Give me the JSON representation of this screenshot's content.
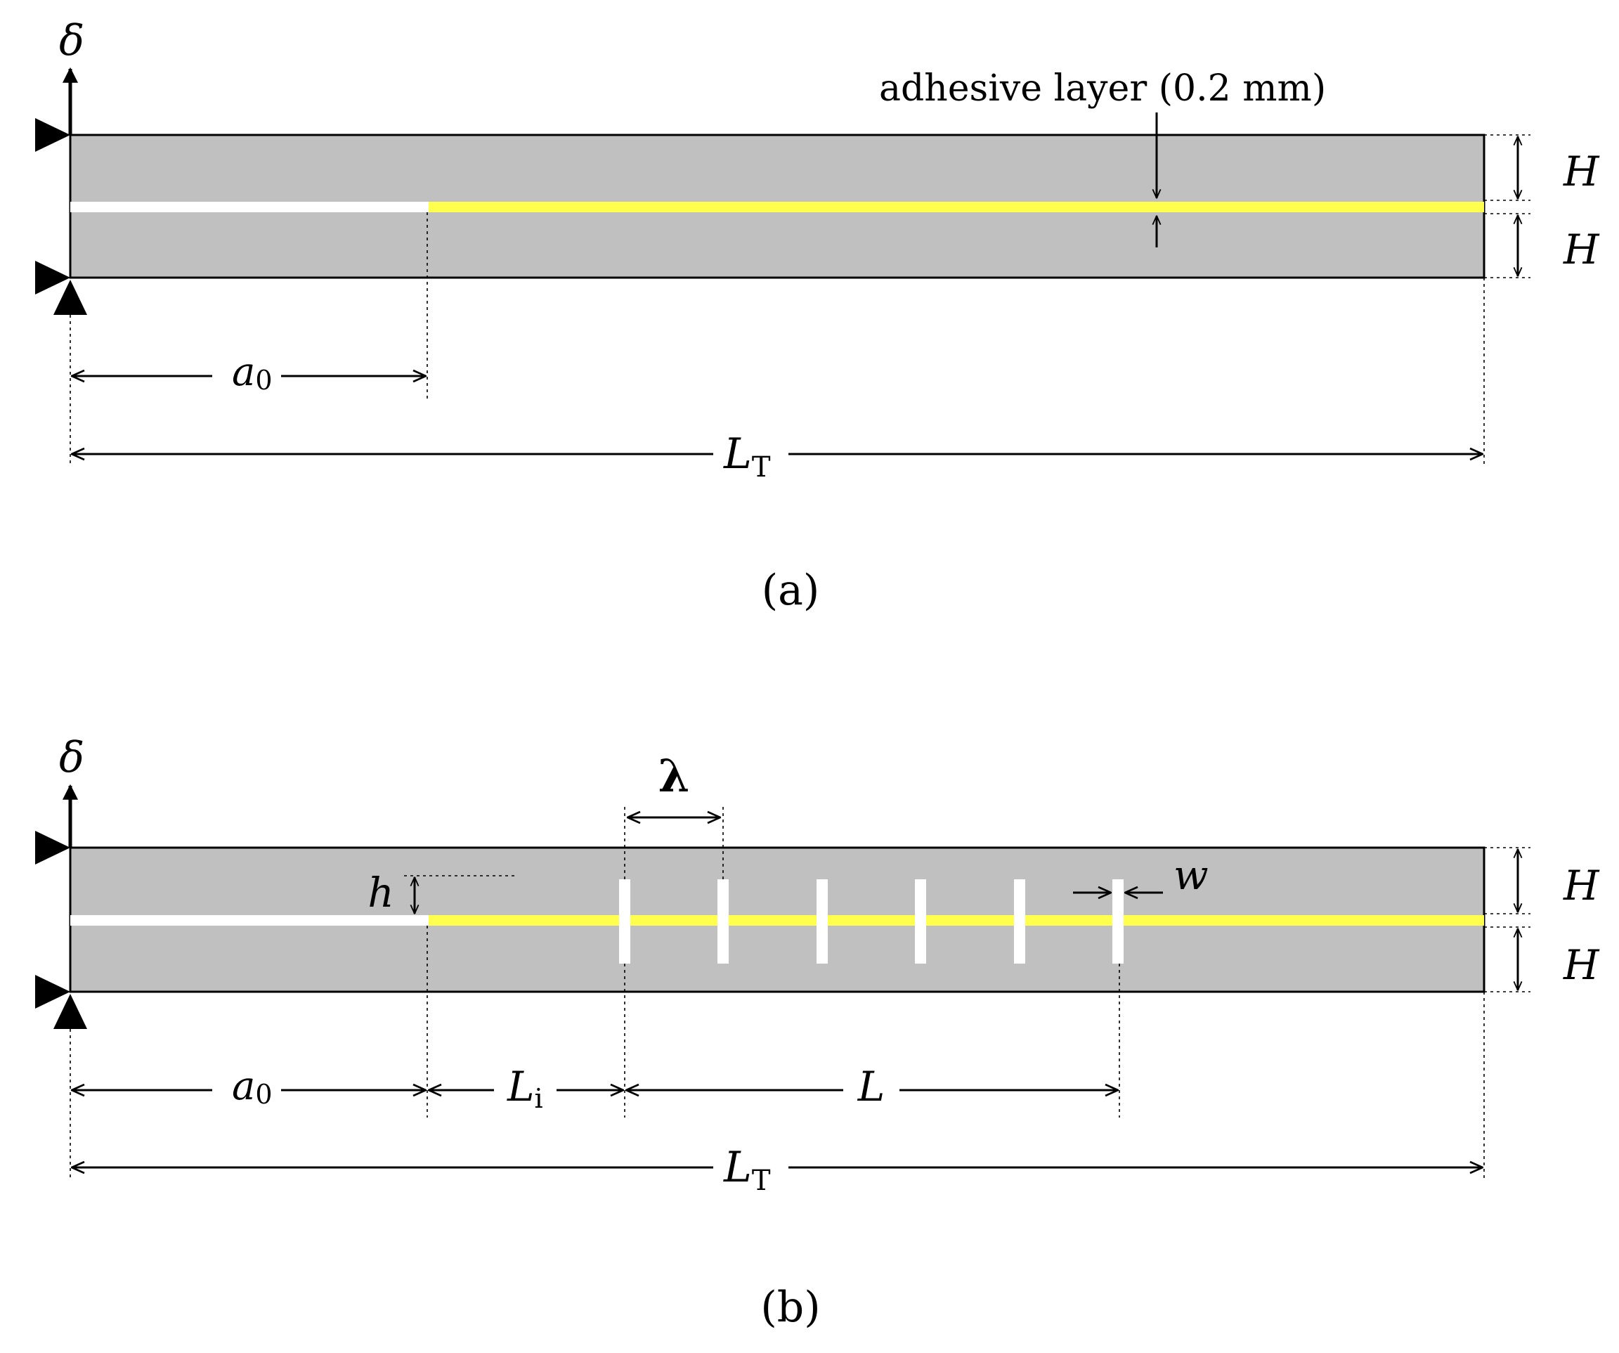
{
  "colors": {
    "beam": "#c0c0c0",
    "adhesive": "#ffff4d",
    "precrack": "#ffffff"
  },
  "panel_a": {
    "caption": "(a)",
    "delta_label": "δ",
    "adhesive_annotation": "adhesive layer (0.2 mm)",
    "H_top": "H",
    "H_bottom": "H",
    "a0_main": "a",
    "a0_sub": "0",
    "LT_main": "L",
    "LT_sub": "T"
  },
  "panel_b": {
    "caption": "(b)",
    "delta_label": "δ",
    "lambda_label": "λ",
    "h_label": "h",
    "w_label": "w",
    "H_top": "H",
    "H_bottom": "H",
    "a0_main": "a",
    "a0_sub": "0",
    "Li_main": "L",
    "Li_sub": "i",
    "L_label": "L",
    "LT_main": "L",
    "LT_sub": "T"
  }
}
